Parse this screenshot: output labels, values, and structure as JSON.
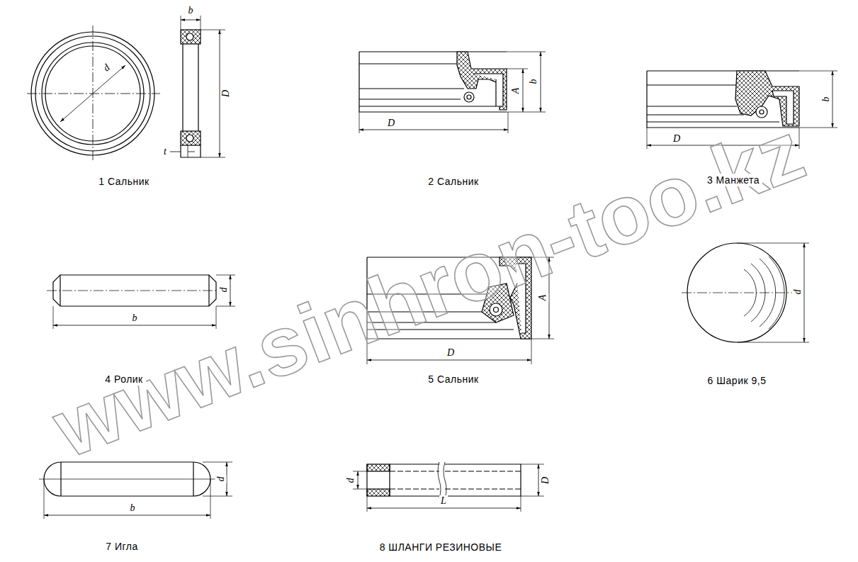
{
  "diagram": {
    "labels": [
      "b",
      "d",
      "D",
      "t",
      "1 Сальник",
      "A",
      "b",
      "D",
      "2 Сальник",
      "b",
      "D",
      "3 Манжета",
      "d",
      "b",
      "4 Ролик",
      "A",
      "D",
      "5 Сальник",
      "d",
      "6 Шарик 9,5",
      "d",
      "b",
      "7 Игла",
      "d",
      "D",
      "L",
      "8 ШЛАНГИ РЕЗИНОВЫЕ",
      "www.sinhron-too.kz"
    ]
  }
}
